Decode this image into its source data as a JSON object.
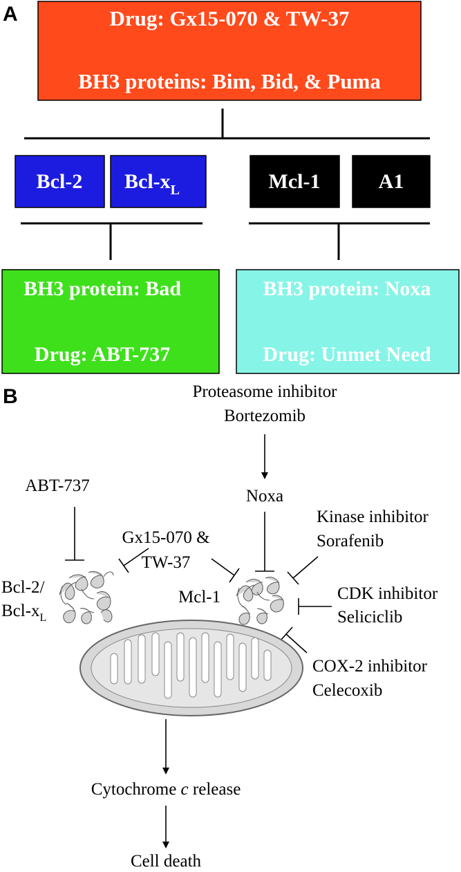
{
  "panel_a": {
    "label": "A",
    "top_box": {
      "line1": "Drug:  Gx15-070 & TW-37",
      "line2": "BH3 proteins: Bim, Bid, & Puma",
      "color": "#ff4a1c"
    },
    "proteins": [
      {
        "label": "Bcl-2",
        "color": "#1c1ce0"
      },
      {
        "label": "Bcl-x",
        "sub": "L",
        "color": "#1c1ce0"
      },
      {
        "label": "Mcl-1",
        "color": "#000000"
      },
      {
        "label": "A1",
        "color": "#000000"
      }
    ],
    "left_box": {
      "line1": "BH3 protein: Bad",
      "line2": "Drug: ABT-737",
      "color": "#3ee01c"
    },
    "right_box": {
      "line1": "BH3 protein: Noxa",
      "line2": "Drug: Unmet Need",
      "color": "#86f4e6"
    }
  },
  "panel_b": {
    "label": "B",
    "proteasome": {
      "line1": "Proteasome inhibitor",
      "line2": "Bortezomib"
    },
    "noxa": "Noxa",
    "abt": "ABT-737",
    "gx": {
      "line1": "Gx15-070 &",
      "line2": "TW-37"
    },
    "kinase": {
      "line1": "Kinase inhibitor",
      "line2": "Sorafenib"
    },
    "cdk": {
      "line1": "CDK inhibitor",
      "line2": "Seliciclib"
    },
    "cox": {
      "line1": "COX-2 inhibitor",
      "line2": "Celecoxib"
    },
    "bcl_label": {
      "line1": "Bcl-2/",
      "line2": "Bcl-x",
      "sub": "L"
    },
    "mcl_label": "Mcl-1",
    "cytochrome": {
      "pre": "Cytochrome ",
      "italic": "c",
      "post": " release"
    },
    "cell_death": "Cell death"
  }
}
